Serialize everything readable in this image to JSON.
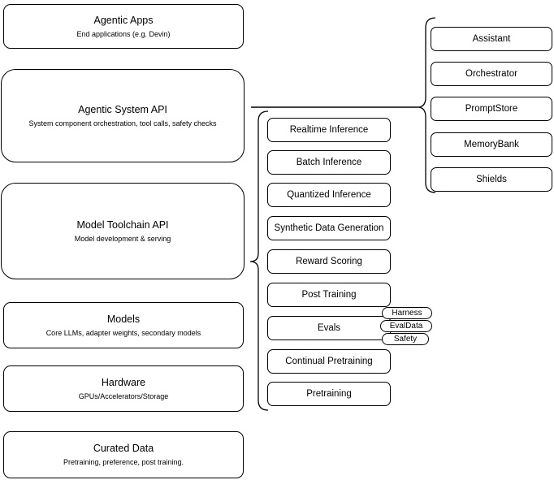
{
  "diagram": {
    "left_stack": [
      {
        "title": "Agentic Apps",
        "subtitle": "End applications (e.g. Devin)"
      },
      {
        "title": "Agentic System API",
        "subtitle": "System component orchestration, tool calls, safety checks"
      },
      {
        "title": "Model Toolchain API",
        "subtitle": "Model development & serving"
      },
      {
        "title": "Models",
        "subtitle": "Core LLMs, adapter weights, secondary models"
      },
      {
        "title": "Hardware",
        "subtitle": "GPUs/Accelerators/Storage"
      },
      {
        "title": "Curated Data",
        "subtitle": "Pretraining, preference, post training."
      }
    ],
    "toolchain_items": [
      {
        "label": "Realtime Inference"
      },
      {
        "label": "Batch Inference"
      },
      {
        "label": "Quantized Inference"
      },
      {
        "label": "Synthetic Data Generation"
      },
      {
        "label": "Reward Scoring"
      },
      {
        "label": "Post Training"
      },
      {
        "label": "Evals"
      },
      {
        "label": "Continual Pretraining"
      },
      {
        "label": "Pretraining"
      }
    ],
    "eval_tags": [
      {
        "label": "Harness"
      },
      {
        "label": "EvalData"
      },
      {
        "label": "Safety"
      }
    ],
    "system_components": [
      {
        "label": "Assistant"
      },
      {
        "label": "Orchestrator"
      },
      {
        "label": "PromptStore"
      },
      {
        "label": "MemoryBank"
      },
      {
        "label": "Shields"
      }
    ],
    "colors": {
      "stroke": "#000000",
      "fill": "#ffffff",
      "background": "#ffffff"
    }
  }
}
